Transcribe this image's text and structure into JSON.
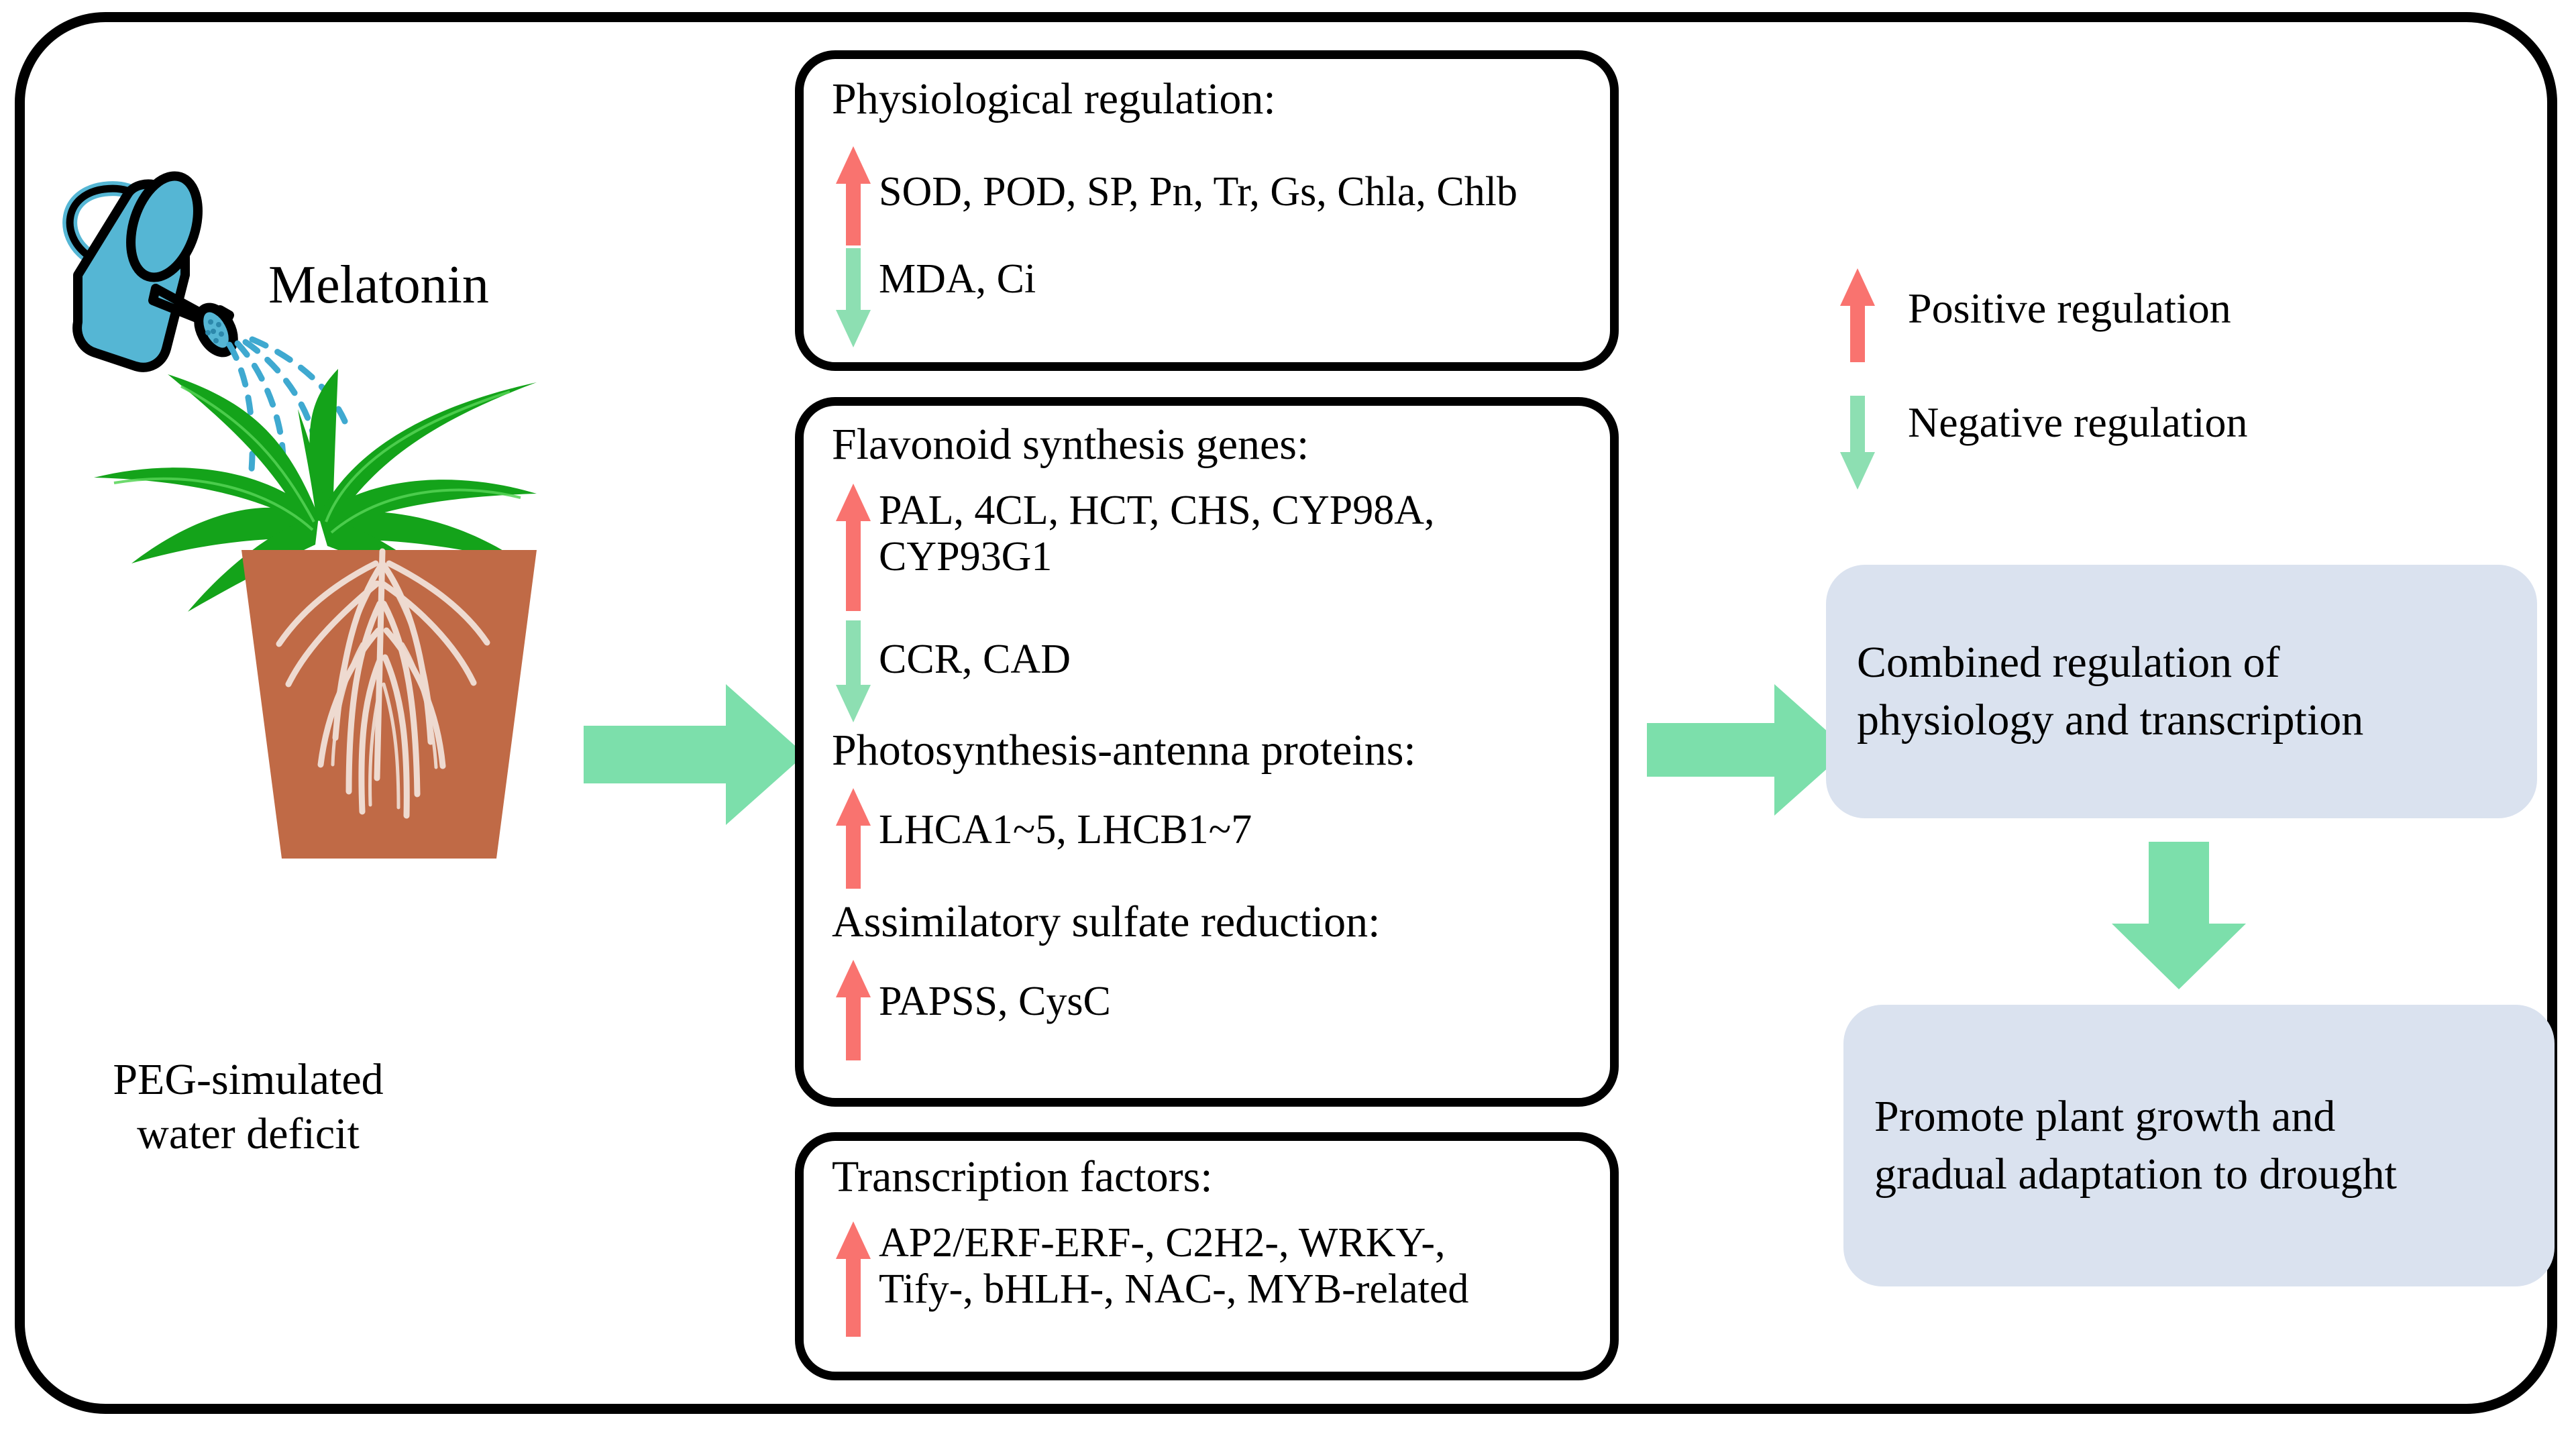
{
  "colors": {
    "positive_arrow": "#f9736f",
    "negative_arrow": "#8ddfb2",
    "connector_arrow": "#7cdfab",
    "blue_box": "#dae2ef",
    "pot": "#c06a46",
    "leaf": "#14a31a",
    "root": "#eedad0",
    "watering_can": "#55b6d4",
    "water_stream": "#3fa9d0",
    "frame": "#000000"
  },
  "left": {
    "treatment_label": "Melatonin",
    "condition_label_line1": "PEG-simulated",
    "condition_label_line2": "water deficit",
    "watering_can_icon": "watering-can-icon",
    "plant_icon": "potted-plant-icon"
  },
  "middle": {
    "boxes": [
      {
        "id": "physiological",
        "header": "Physiological regulation:",
        "entries": [
          {
            "direction": "up",
            "text": "SOD, POD, SP, Pn, Tr, Gs, Chla, Chlb"
          },
          {
            "direction": "down",
            "text": "MDA, Ci"
          }
        ]
      },
      {
        "id": "transcriptomic",
        "sections": [
          {
            "header": "Flavonoid synthesis genes:",
            "entries": [
              {
                "direction": "up",
                "text": "PAL, 4CL, HCT, CHS, CYP98A,\nCYP93G1"
              },
              {
                "direction": "down",
                "text": "CCR, CAD"
              }
            ]
          },
          {
            "header": "Photosynthesis-antenna proteins:",
            "entries": [
              {
                "direction": "up",
                "text": "LHCA1~5, LHCB1~7"
              }
            ]
          },
          {
            "header": "Assimilatory sulfate reduction:",
            "entries": [
              {
                "direction": "up",
                "text": "PAPSS, CysC"
              }
            ]
          }
        ]
      },
      {
        "id": "transcription-factors",
        "header": "Transcription factors:",
        "entries": [
          {
            "direction": "up",
            "text": "AP2/ERF-ERF-, C2H2-, WRKY-,\nTify-, bHLH-, NAC-, MYB-related"
          }
        ]
      }
    ]
  },
  "legend": {
    "items": [
      {
        "direction": "up",
        "label": "Positive regulation"
      },
      {
        "direction": "down",
        "label": "Negative regulation"
      }
    ]
  },
  "right": {
    "outcome_boxes": [
      {
        "id": "combined",
        "line1": "Combined regulation of",
        "line2": "physiology and transcription"
      },
      {
        "id": "promote",
        "line1": "Promote plant growth and",
        "line2": "gradual adaptation to drought"
      }
    ]
  }
}
